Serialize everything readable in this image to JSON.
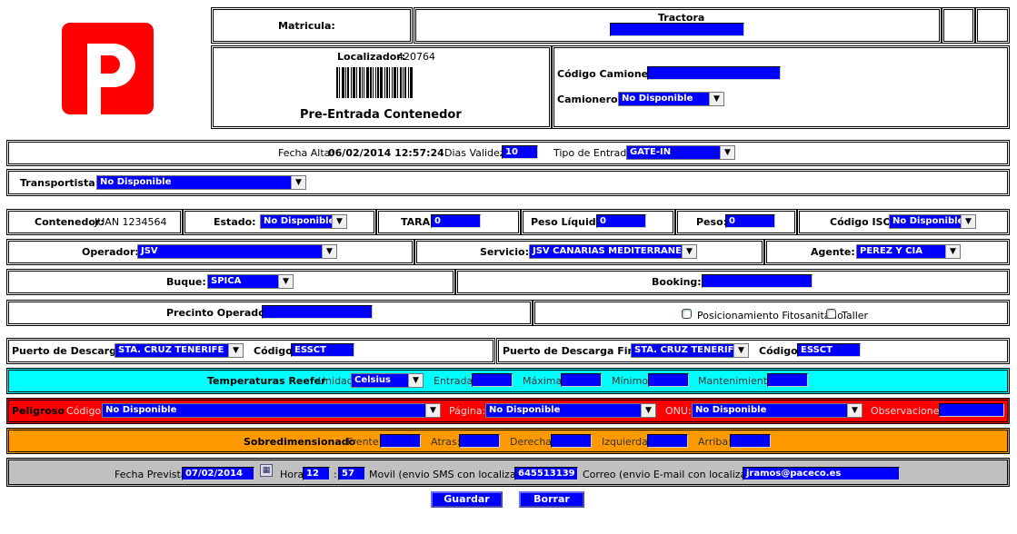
{
  "header": {
    "matricula_label": "Matricula:",
    "tractora_label": "Tractora",
    "localizador_label": "Localizador:",
    "localizador_value": "420764",
    "title": "Pre-Entrada Contenedor",
    "codigo_camionero_label": "Código Camionero:",
    "codigo_camionero_value": "",
    "camionero_label": "Camionero:",
    "camionero_value": "No Disponible"
  },
  "alta": {
    "fecha_alta_label": "Fecha Alta:",
    "fecha_alta_value": "06/02/2014 12:57:24",
    "dias_validez_label": "Dias Validez:",
    "dias_validez_value": "10",
    "tipo_entrada_label": "Tipo de Entrada:",
    "tipo_entrada_value": "GATE-IN"
  },
  "transportista": {
    "label": "Transportista:",
    "value": "No Disponible"
  },
  "contenedor": {
    "contenedor_label": "Contenedor:",
    "contenedor_value": "JUAN 1234564",
    "estado_label": "Estado:",
    "estado_value": "No Disponible",
    "tara_label": "TARA:",
    "tara_value": "0",
    "peso_liquido_label": "Peso Líquido:",
    "peso_liquido_value": "0",
    "peso_label": "Peso:",
    "peso_value": "0",
    "codigo_iso_label": "Código ISO:",
    "codigo_iso_value": "No Disponible"
  },
  "operador": {
    "operador_label": "Operador:",
    "operador_value": "JSV",
    "servicio_label": "Servicio:",
    "servicio_value": "JSV CANARIAS MEDITERRANEO",
    "agente_label": "Agente:",
    "agente_value": "PEREZ Y CIA"
  },
  "buque": {
    "buque_label": "Buque:",
    "buque_value": "SPICA",
    "booking_label": "Booking:",
    "booking_value": ""
  },
  "precinto": {
    "label": "Precinto Operador:",
    "value": "",
    "fitosanitario_label": "Posicionamiento Fitosanitario",
    "taller_label": "Taller"
  },
  "puertos": {
    "descarga_label": "Puerto de Descarga:",
    "descarga_value": "STA. CRUZ TENERIFE",
    "codigo_label": "Código:",
    "codigo_value": "ESSCT",
    "descarga_final_label": "Puerto de Descarga Final:",
    "descarga_final_value": "STA. CRUZ TENERIFE",
    "codigo_final_label": "Código:",
    "codigo_final_value": "ESSCT"
  },
  "reefer": {
    "title": "Temperaturas Reefer",
    "unidad_label": "Unidad",
    "unidad_value": "Celsius",
    "entrada_label": "Entrada:",
    "maxima_label": "Máxima:",
    "minimo_label": "Mínimo:",
    "mantenimiento_label": "Mantenimiento:"
  },
  "peligroso": {
    "title": "Peligroso",
    "codigo_label": "Código:",
    "codigo_value": "No Disponible",
    "pagina_label": "Página:",
    "pagina_value": "No Disponible",
    "onu_label": "ONU:",
    "onu_value": "No Disponible",
    "observaciones_label": "Observaciones:"
  },
  "sobredimensionado": {
    "title": "Sobredimensionado",
    "frente_label": "Frente:",
    "atras_label": "Atras:",
    "derecha_label": "Derecha:",
    "izquierda_label": "Izquierda:",
    "arriba_label": "Arriba:"
  },
  "prevista": {
    "fecha_label": "Fecha Prevista:",
    "fecha_value": "07/02/2014",
    "hora_label": "Hora",
    "hora_value": "12",
    "colon": ":",
    "minuto_value": "57",
    "movil_label": "Movil (envio SMS con localizador):",
    "movil_value": "645513139",
    "correo_label": "Correo (envio E-mail con localizador):",
    "correo_value": "jramos@paceco.es"
  },
  "buttons": {
    "guardar": "Guardar",
    "borrar": "Borrar"
  },
  "icons": {
    "select_arrow": "chevron-down-icon",
    "calendar": "calendar-icon"
  },
  "colors": {
    "field_blue": "#0000ff",
    "reefer_bg": "#00ffff",
    "peligroso_bg": "#ff0000",
    "sobredimensionado_bg": "#ff9900",
    "prevista_bg": "#c0c0c0",
    "logo_red": "#ff0000"
  }
}
